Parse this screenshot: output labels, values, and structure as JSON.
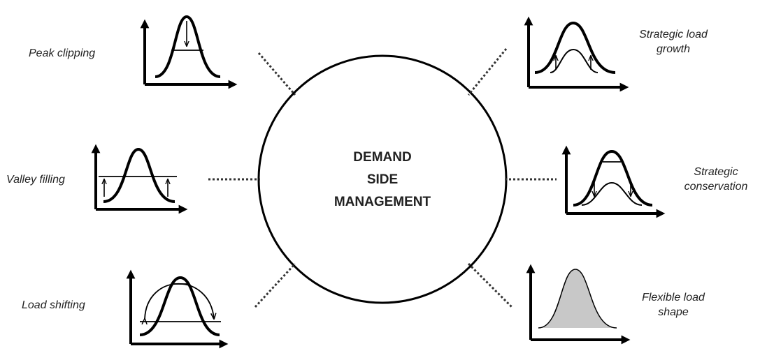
{
  "center": {
    "lines": [
      "DEMAND",
      "SIDE",
      "MANAGEMENT"
    ]
  },
  "techniques": {
    "peak_clipping": "Peak clipping",
    "valley_filling": "Valley filling",
    "load_shifting": "Load shifting",
    "strategic_load_growth": [
      "Strategic load",
      "growth"
    ],
    "strategic_conservation": [
      "Strategic",
      "conservation"
    ],
    "flexible_load_shape": [
      "Flexible load",
      "shape"
    ]
  },
  "colors": {
    "stroke": "#000000",
    "dotted": "#333333",
    "fill": "#c8c8c8"
  }
}
